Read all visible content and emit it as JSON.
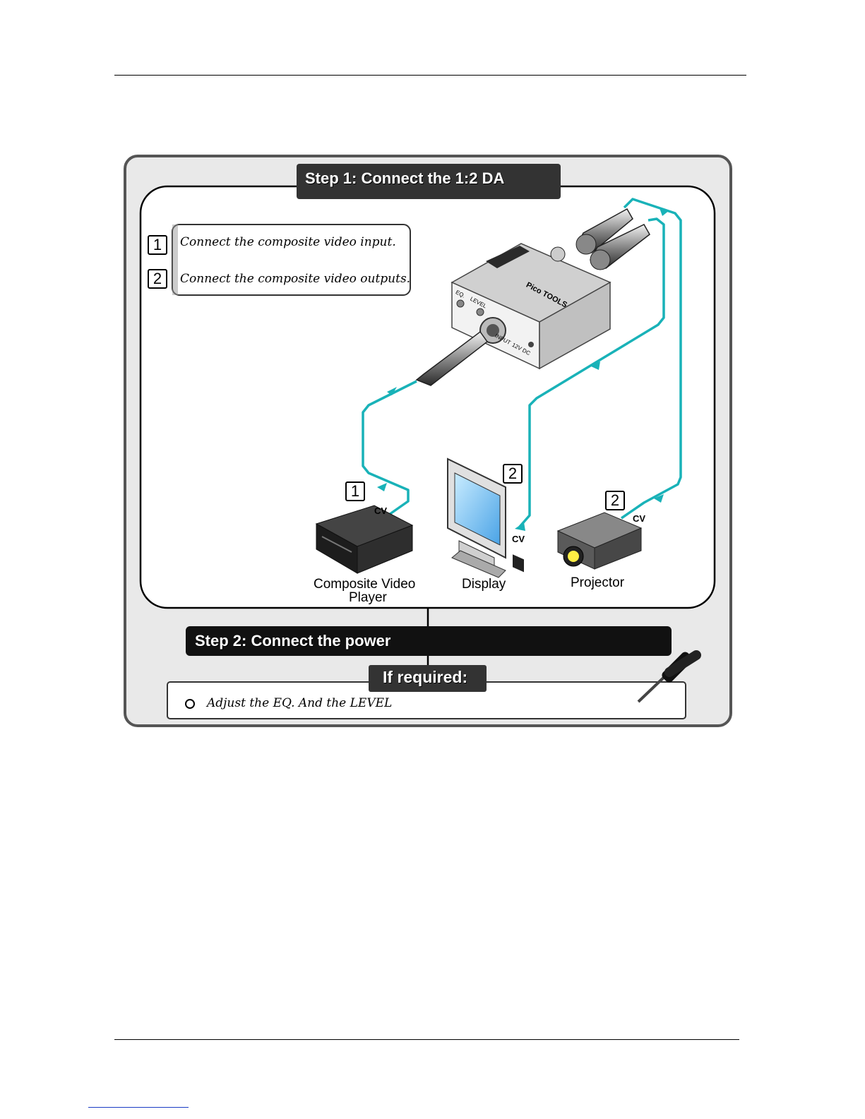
{
  "step1": {
    "title": "Step 1: Connect the 1:2 DA"
  },
  "instructions": [
    {
      "number": "1",
      "text": "Connect the composite video input."
    },
    {
      "number": "2",
      "text": "Connect the composite video outputs."
    }
  ],
  "devices": {
    "player": {
      "badge": "1",
      "signal": "CV",
      "label_line1": "Composite Video",
      "label_line2": "Player"
    },
    "display": {
      "badge": "2",
      "signal": "CV",
      "label": "Display"
    },
    "projector": {
      "badge": "2",
      "signal": "CV",
      "label": "Projector"
    }
  },
  "da_panel": {
    "eq": "EQ.",
    "level": "LEVEL",
    "input": "INPUT",
    "power": "12V DC",
    "brand": "Pico TOOLS"
  },
  "step2": {
    "title": "Step 2: Connect the power"
  },
  "optional": {
    "title": "If required:",
    "item": "Adjust the EQ. And the LEVEL"
  },
  "colors": {
    "cable": "#19b2b8",
    "frame": "#555555",
    "panel_bg": "#e9e9e9",
    "tab_bg": "#333333"
  }
}
